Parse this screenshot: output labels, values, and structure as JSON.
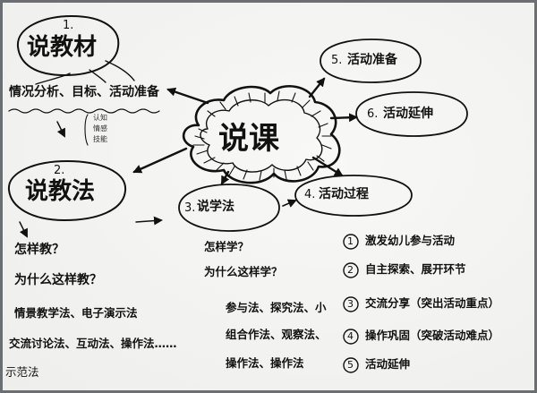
{
  "center": "说课",
  "nodes": {
    "jiaocai": {
      "num": "1.",
      "label": "说教材"
    },
    "jiaofa": {
      "num": "2.",
      "label": "说教法"
    },
    "xuefa": {
      "num": "3.",
      "label": "说学法"
    },
    "guocheng": {
      "num": "4.",
      "label": "活动过程"
    },
    "shiji": {
      "num": "5.",
      "label": "活动准备"
    },
    "yanshen": {
      "num": "6.",
      "label": "活动延伸"
    }
  },
  "jiaocai_sub": "情况分析、目标、活动准备",
  "goal_tags": [
    "认知",
    "情感",
    "技能"
  ],
  "jiaofa_q1": "怎样教？",
  "jiaofa_q2": "为什么这样教？",
  "jiaofa_methods": [
    "情景教学法、电子演示法",
    "交流讨论法、互动法、操作法……",
    "示范法"
  ],
  "xuefa_q1": "怎样学？",
  "xuefa_q2": "为什么这样学？",
  "xuefa_methods": [
    "参与法、探究法、小",
    "组合作法、观察法、",
    "操作法、操作法"
  ],
  "guocheng_steps": [
    {
      "n": "1",
      "text": "激发幼儿参与活动"
    },
    {
      "n": "2",
      "text": "自主探索、展开环节"
    },
    {
      "n": "3",
      "text": "交流分享（突出活动重点）"
    },
    {
      "n": "4",
      "text": "操作巩固（突破活动难点）"
    },
    {
      "n": "5",
      "text": "活动延伸"
    }
  ]
}
